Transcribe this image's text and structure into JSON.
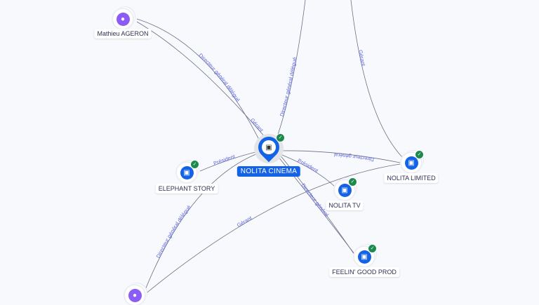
{
  "nodes": {
    "main": {
      "name": "NOLITA CINEMA",
      "icon": "company-icon",
      "verified": true
    },
    "mathieu": {
      "name": "Mathieu AGERON",
      "icon": "person-icon"
    },
    "elephant": {
      "name": "ELEPHANT STORY",
      "icon": "company-icon",
      "verified": true
    },
    "nolita_tv": {
      "name": "NOLITA TV",
      "icon": "company-icon",
      "verified": true
    },
    "nolita_limited": {
      "name": "NOLITA LIMITED",
      "icon": "company-icon",
      "verified": true
    },
    "feelin": {
      "name": "FEELIN' GOOD PROD",
      "icon": "company-icon",
      "verified": true
    },
    "bottom_person": {
      "icon": "person-icon"
    }
  },
  "edges": [
    {
      "label": "Directeur général délégué"
    },
    {
      "label": "Gérant"
    },
    {
      "label": "Directeur général délégué"
    },
    {
      "label": "Gérant"
    },
    {
      "label": "Directeur général"
    },
    {
      "label": "Président"
    },
    {
      "label": "Président"
    },
    {
      "label": "Directeur général"
    },
    {
      "label": "Directeur général délégué"
    },
    {
      "label": "Gérant"
    }
  ],
  "colors": {
    "accent": "#1463e6",
    "person": "#8b5cf6",
    "verified": "#1b8a4c",
    "edge_label": "#5b63e0"
  }
}
